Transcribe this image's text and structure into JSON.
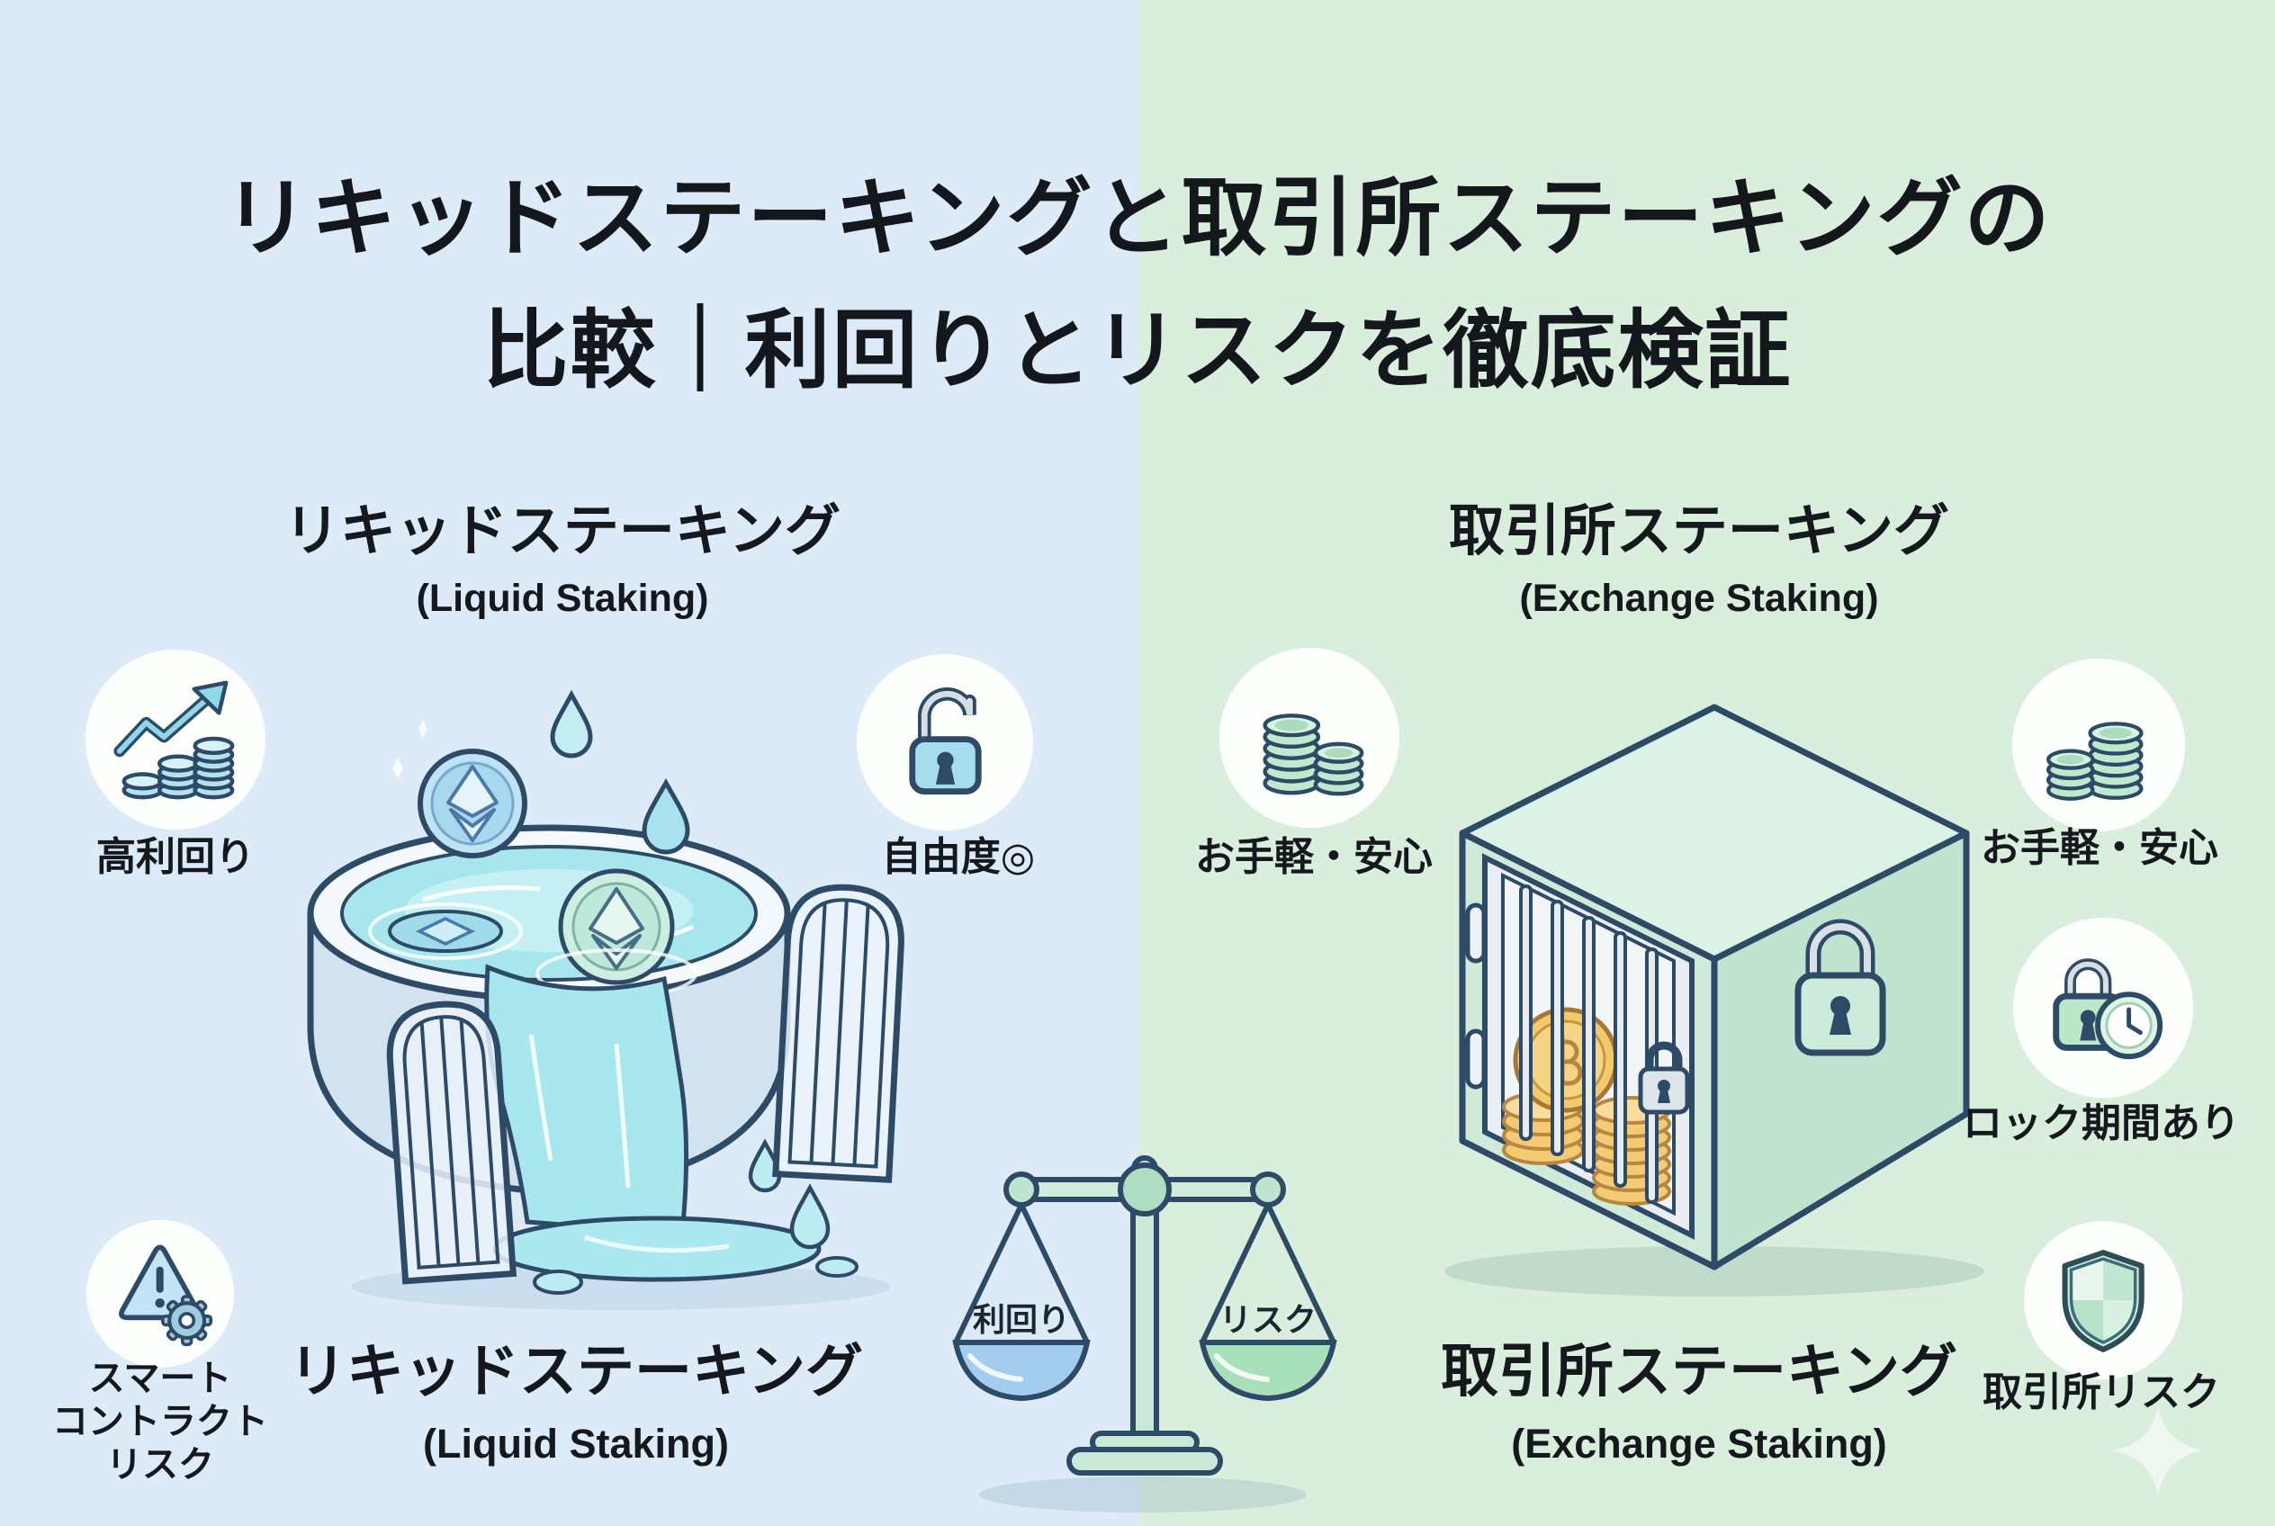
{
  "title": {
    "line1": "リキッドステーキングと取引所ステーキングの",
    "line2": "比較｜利回りとリスクを徹底検証"
  },
  "left_panel": {
    "heading": "リキッドステーキング",
    "heading_en": "(Liquid Staking)",
    "features": {
      "high_yield": {
        "label": "高利回り"
      },
      "freedom": {
        "label": "自由度◎"
      },
      "smart_contract_risk": {
        "line1": "スマート",
        "line2": "コントラクト",
        "line3": "リスク"
      }
    },
    "caption": "リキッドステーキング",
    "caption_en": "(Liquid Staking)"
  },
  "right_panel": {
    "heading": "取引所ステーキング",
    "heading_en": "(Exchange Staking)",
    "features": {
      "easy_safe_left": {
        "label": "お手軽・安心"
      },
      "easy_safe_right": {
        "label": "お手軽・安心"
      },
      "lock_period": {
        "label": "ロック期間あり"
      },
      "exchange_risk": {
        "label": "取引所リスク"
      }
    },
    "caption": "取引所ステーキング",
    "caption_en": "(Exchange Staking)"
  },
  "scale": {
    "left_pan_label": "利回り",
    "right_pan_label": "リスク"
  },
  "colors": {
    "bg_left": "#dcebf7",
    "bg_right": "#daeedd",
    "text": "#15181d",
    "outline": "#2d4a66",
    "accent_blue": "#a6dcec",
    "accent_mint": "#bfe8cd",
    "coin_gold": "#f2c877",
    "water": "#a7e6ec"
  }
}
